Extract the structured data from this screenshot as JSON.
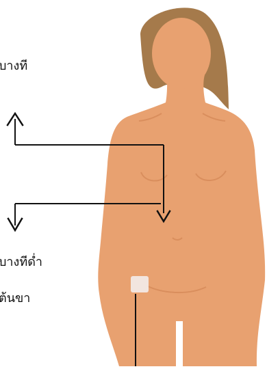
{
  "labels": {
    "upper_text": "บางที",
    "middle_text": "บางทีด่ำ",
    "lower_text": "ต้นขา"
  },
  "colors": {
    "hair": "#a57a4b",
    "skin": "#e8a170",
    "skin_shadow": "#d98e5d",
    "line": "#111111",
    "patch": "#f3eceb"
  }
}
